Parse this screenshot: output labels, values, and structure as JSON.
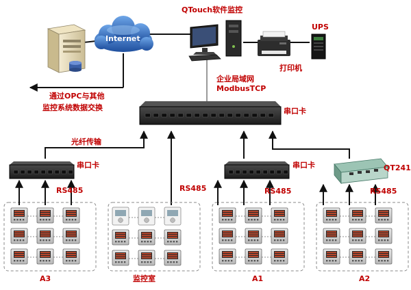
{
  "labels": {
    "qtouch": "QTouch软件监控",
    "ups": "UPS",
    "printer": "打印机",
    "internet": "Internet",
    "opc_line1": "通过OPC与其他",
    "opc_line2": "监控系统数据交换",
    "lan_line1": "企业局域网",
    "lan_line2": "ModbusTCP",
    "serial_main": "串口卡",
    "fiber": "光纤传输",
    "serial_left": "串口卡",
    "serial_mid": "串口卡",
    "qt241": "QT241",
    "rs485_a3": "RS485",
    "rs485_room": "RS485",
    "rs485_a1": "RS485",
    "rs485_a2": "RS485",
    "zone_a3": "A3",
    "zone_room": "监控室",
    "zone_a1": "A1",
    "zone_a2": "A2"
  },
  "icons": {
    "server": "server-icon",
    "cloud": "cloud-icon",
    "workstation": "workstation-icon",
    "printer": "printer-icon",
    "ups": "ups-icon",
    "switch": "serial-switch-icon",
    "meter": "power-meter-icon",
    "panel_meter": "panel-meter-icon",
    "gateway": "gateway-icon"
  },
  "colors": {
    "label_red": "#c00000",
    "line_black": "#111111",
    "lan_gray": "#9a9a9a",
    "cloud_blue": "#2a63b8",
    "device_dark": "#2b2b2b",
    "meter_screen": "#b5462c"
  }
}
